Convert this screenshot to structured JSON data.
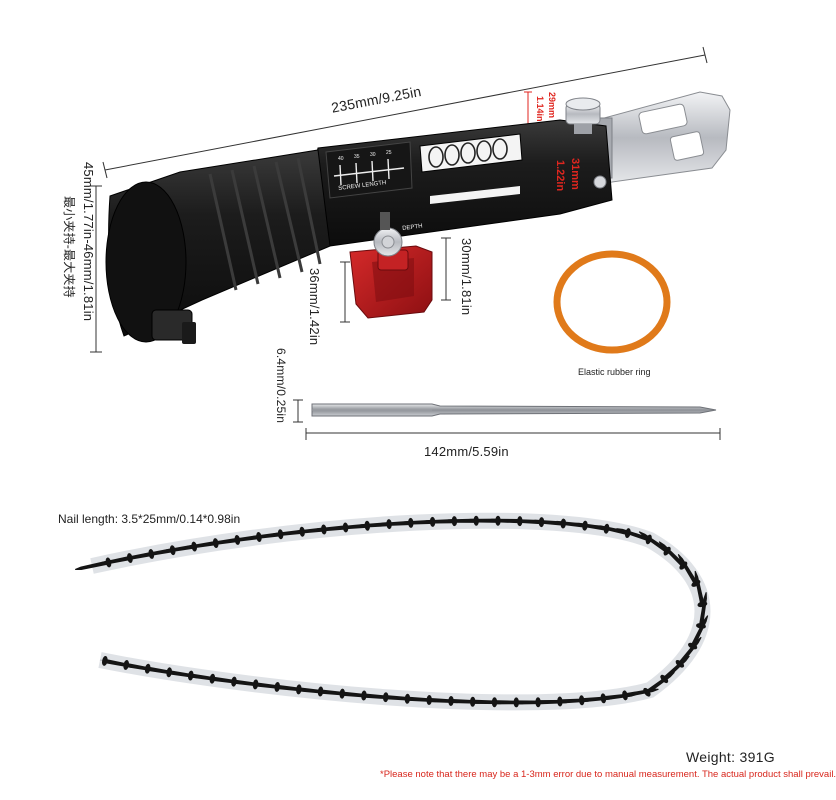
{
  "dimensions": {
    "overall_length": "235mm/9.25in",
    "clamp_range": "45mm/1.77in-46mm/1.81in",
    "clamp_range_cn": "最小夹持-最大夹持",
    "red_height_left": "36mm/1.42in",
    "red_height_right": "30mm/1.81in",
    "top_red_a": "29mm",
    "top_red_a_in": "1.14in",
    "top_red_b": "31mm",
    "top_red_b_in": "1.22in",
    "bit_diameter": "6.4mm/0.25in",
    "bit_length": "142mm/5.59in"
  },
  "tool_markings": {
    "screw_length": "SCREW LENGTH",
    "depth": "DEPTH",
    "scale": [
      "40",
      "35",
      "30",
      "25"
    ]
  },
  "accessories": {
    "elastic_label": "Elastic rubber ring",
    "nail_length": "Nail length: 3.5*25mm/0.14*0.98in"
  },
  "footer": {
    "weight": "Weight: 391G",
    "note": "*Please note that there may be a 1-3mm error due to manual measurement. The actual product shall prevail."
  },
  "colors": {
    "body_black": "#1b1b1b",
    "accent_red": "#b3161b",
    "silver": "#c9ccd1",
    "rubber_orange": "#e07a1a",
    "dim_red": "#e0261f"
  }
}
